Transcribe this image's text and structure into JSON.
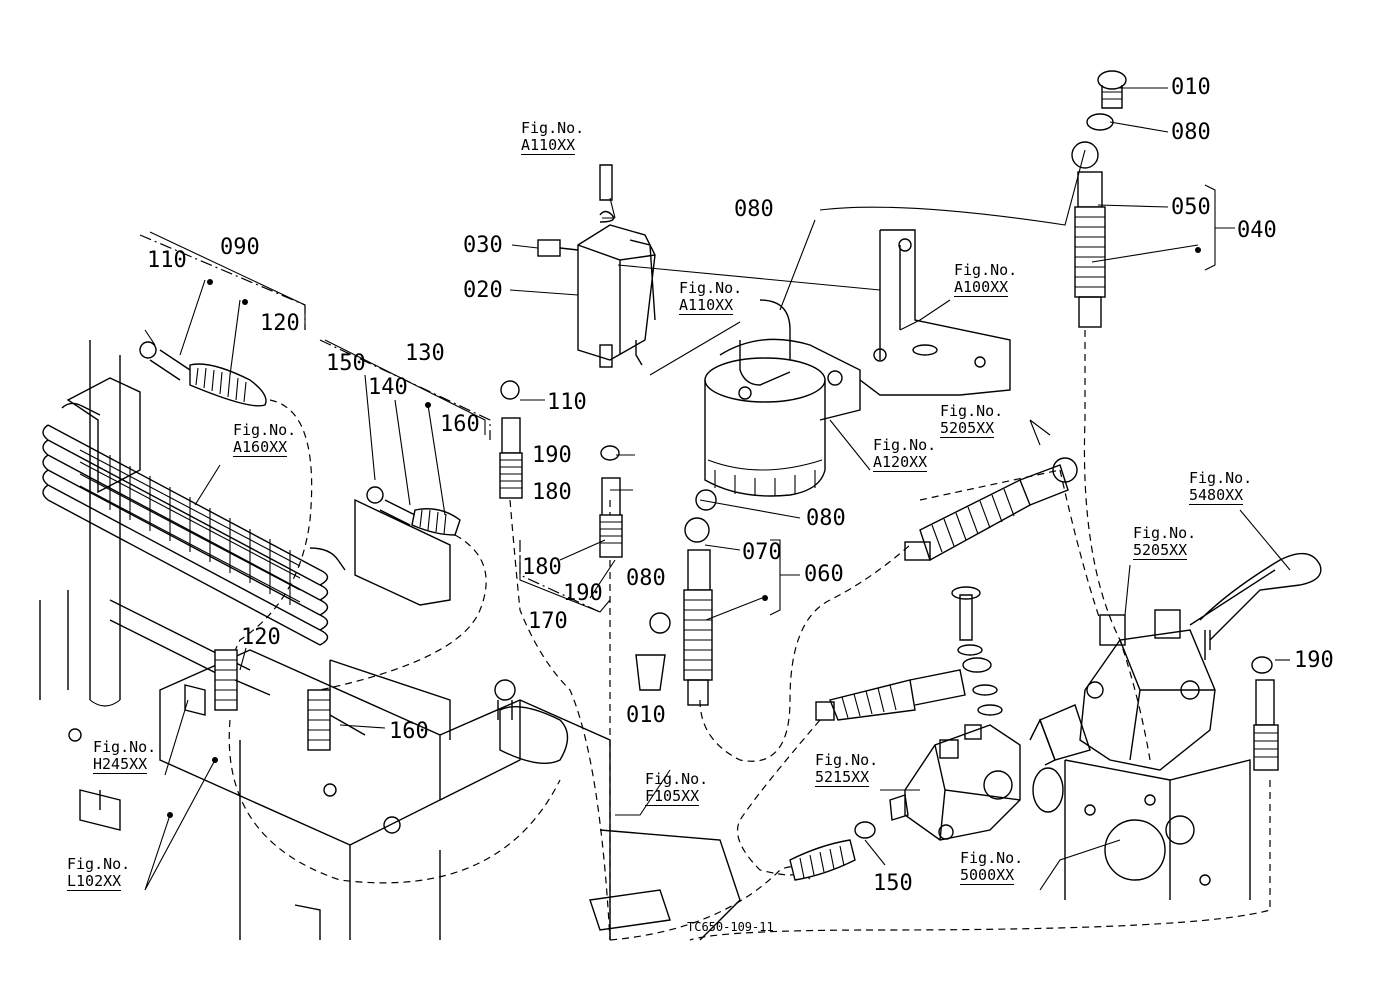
{
  "drawing_code": "TC650-109-11",
  "part_numbers": [
    {
      "id": "p010a",
      "text": "010"
    },
    {
      "id": "p080a",
      "text": "080"
    },
    {
      "id": "p050",
      "text": "050"
    },
    {
      "id": "p040",
      "text": "040"
    },
    {
      "id": "p080b",
      "text": "080"
    },
    {
      "id": "p030",
      "text": "030"
    },
    {
      "id": "p020",
      "text": "020"
    },
    {
      "id": "p110a",
      "text": "110"
    },
    {
      "id": "p090",
      "text": "090"
    },
    {
      "id": "p120a",
      "text": "120"
    },
    {
      "id": "p150a",
      "text": "150"
    },
    {
      "id": "p130",
      "text": "130"
    },
    {
      "id": "p140",
      "text": "140"
    },
    {
      "id": "p160a",
      "text": "160"
    },
    {
      "id": "p110b",
      "text": "110"
    },
    {
      "id": "p190a",
      "text": "190"
    },
    {
      "id": "p180a",
      "text": "180"
    },
    {
      "id": "p180b",
      "text": "180"
    },
    {
      "id": "p190b",
      "text": "190"
    },
    {
      "id": "p170",
      "text": "170"
    },
    {
      "id": "p080c",
      "text": "080"
    },
    {
      "id": "p070",
      "text": "070"
    },
    {
      "id": "p060",
      "text": "060"
    },
    {
      "id": "p080d",
      "text": "080"
    },
    {
      "id": "p010b",
      "text": "010"
    },
    {
      "id": "p120b",
      "text": "120"
    },
    {
      "id": "p160b",
      "text": "160"
    },
    {
      "id": "p190c",
      "text": "190"
    },
    {
      "id": "p150b",
      "text": "150"
    }
  ],
  "figure_refs": [
    {
      "id": "f_a110_top",
      "caption": "Fig.No.",
      "code": "A110XX"
    },
    {
      "id": "f_a110_mid",
      "caption": "Fig.No.",
      "code": "A110XX"
    },
    {
      "id": "f_a100",
      "caption": "Fig.No.",
      "code": "A100XX"
    },
    {
      "id": "f_5205_a",
      "caption": "Fig.No.",
      "code": "5205XX"
    },
    {
      "id": "f_a120",
      "caption": "Fig.No.",
      "code": "A120XX"
    },
    {
      "id": "f_a160",
      "caption": "Fig.No.",
      "code": "A160XX"
    },
    {
      "id": "f_5480",
      "caption": "Fig.No.",
      "code": "5480XX"
    },
    {
      "id": "f_5205_b",
      "caption": "Fig.No.",
      "code": "5205XX"
    },
    {
      "id": "f_h245",
      "caption": "Fig.No.",
      "code": "H245XX"
    },
    {
      "id": "f_5215",
      "caption": "Fig.No.",
      "code": "5215XX"
    },
    {
      "id": "f_f105",
      "caption": "Fig.No.",
      "code": "F105XX"
    },
    {
      "id": "f_l102",
      "caption": "Fig.No.",
      "code": "L102XX"
    },
    {
      "id": "f_5000",
      "caption": "Fig.No.",
      "code": "5000XX"
    }
  ]
}
